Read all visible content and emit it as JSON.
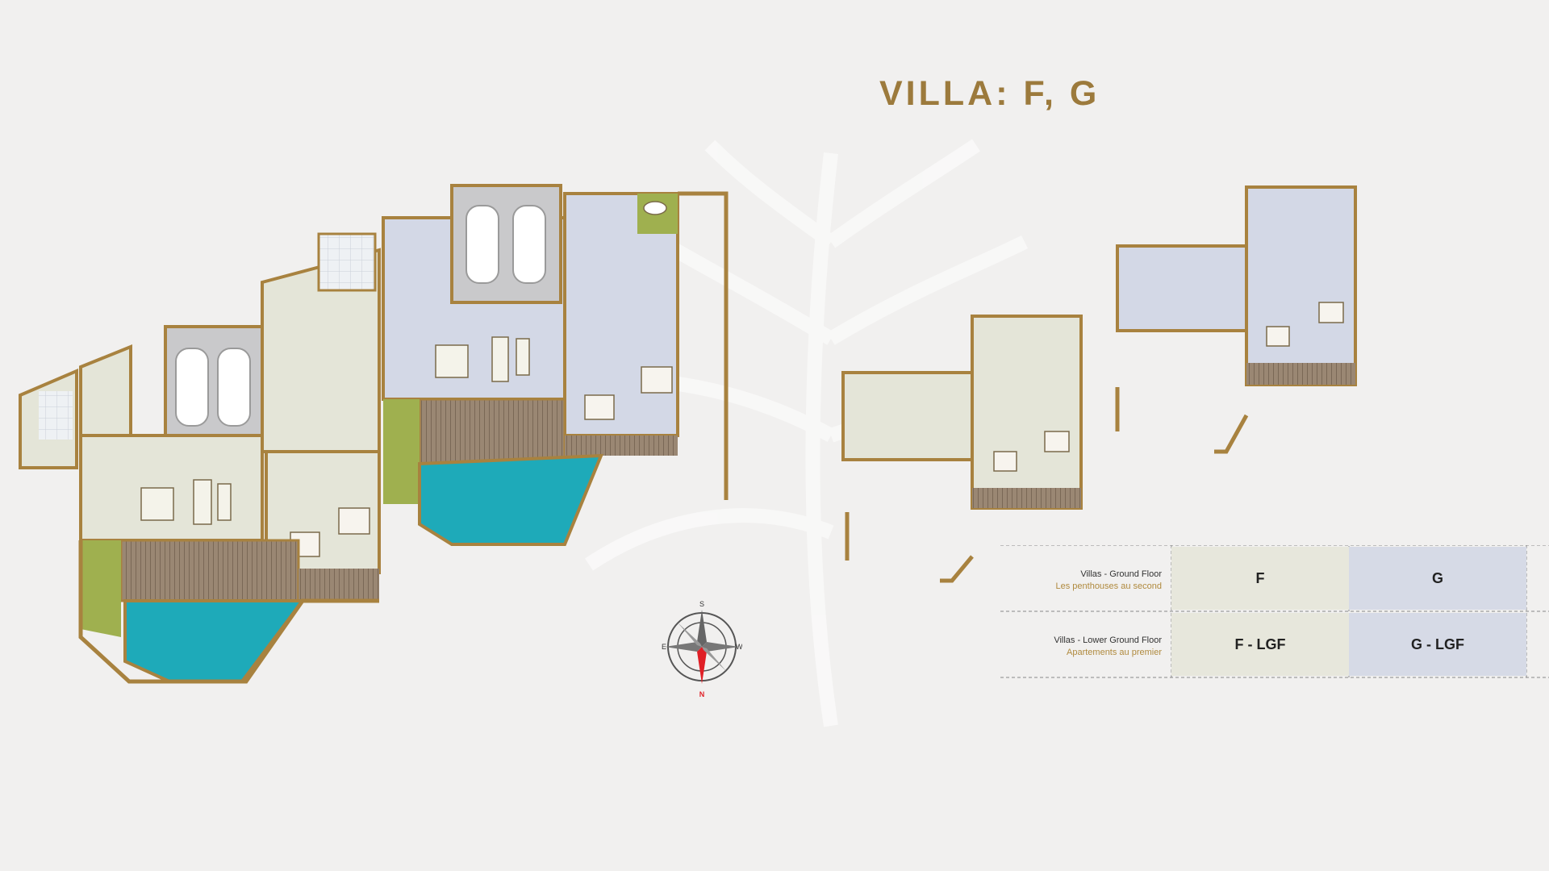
{
  "title": "VILLA: F, G",
  "compass": {
    "north": "N",
    "south": "S",
    "east": "E",
    "west": "W"
  },
  "legend": {
    "rows": [
      {
        "label_en": "Villas - Ground Floor",
        "label_fr": "Les penthouses au second",
        "f": "F",
        "g": "G"
      },
      {
        "label_en": "Villas - Lower Ground Floor",
        "label_fr": "Apartements au premier",
        "f": "F - LGF",
        "g": "G - LGF"
      }
    ]
  },
  "colors": {
    "wall": "#a8823f",
    "villa_f": "#e4e5d8",
    "villa_g": "#d3d8e6",
    "garage": "#c9c9cb",
    "pool": "#1eaab9",
    "garden": "#9fb04f",
    "deck": "#8d7b66",
    "accent": "#9c7a3c"
  },
  "icons": [
    "car-icon",
    "bed-icon",
    "dining-table-icon",
    "sofa-icon",
    "bathtub-icon",
    "compass-rose-icon"
  ]
}
